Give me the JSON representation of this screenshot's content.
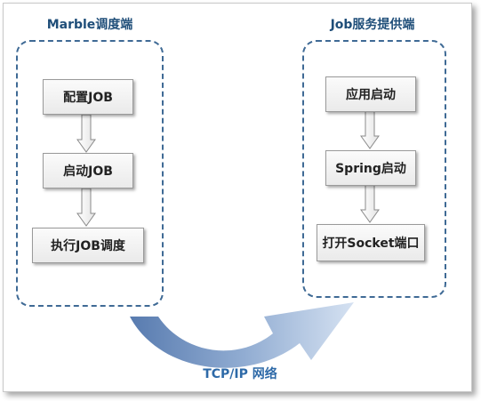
{
  "left_panel": {
    "title": "Marble调度端",
    "steps": [
      "配置JOB",
      "启动JOB",
      "执行JOB调度"
    ]
  },
  "right_panel": {
    "title": "Job服务提供端",
    "steps": [
      "应用启动",
      "Spring启动",
      "打开Socket端口"
    ]
  },
  "connection": {
    "label": "TCP/IP 网络"
  },
  "colors": {
    "panel_border": "#3f6a95",
    "title_text": "#1f4e79",
    "connection_text": "#2e6aa8",
    "connection_arrow_dark": "#5d80b3",
    "connection_arrow_light": "#c3d4eb"
  }
}
